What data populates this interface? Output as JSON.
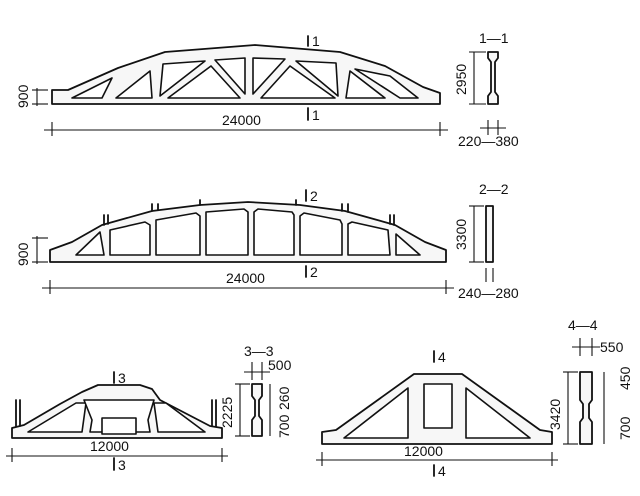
{
  "trusses": [
    {
      "id": "truss-1",
      "section_mark_top": "1",
      "section_mark_bottom": "1",
      "height_dim": "900",
      "span_dim": "24000",
      "section_title": "1—1",
      "section_height": "2950",
      "section_width": "220—380"
    },
    {
      "id": "truss-2",
      "section_mark_top": "2",
      "section_mark_bottom": "2",
      "height_dim": "900",
      "span_dim": "24000",
      "section_title": "2—2",
      "section_height": "3300",
      "section_width": "240—280"
    },
    {
      "id": "truss-3",
      "section_mark_top": "3",
      "section_mark_bottom": "3",
      "span_dim": "12000",
      "section_title": "3—3",
      "section_height": "2225",
      "section_dims": [
        "500",
        "260",
        "700"
      ]
    },
    {
      "id": "truss-4",
      "section_mark_top": "4",
      "section_mark_bottom": "4",
      "span_dim": "12000",
      "section_title": "4—4",
      "section_height": "3420",
      "section_dims": [
        "550",
        "450",
        "700"
      ]
    }
  ]
}
